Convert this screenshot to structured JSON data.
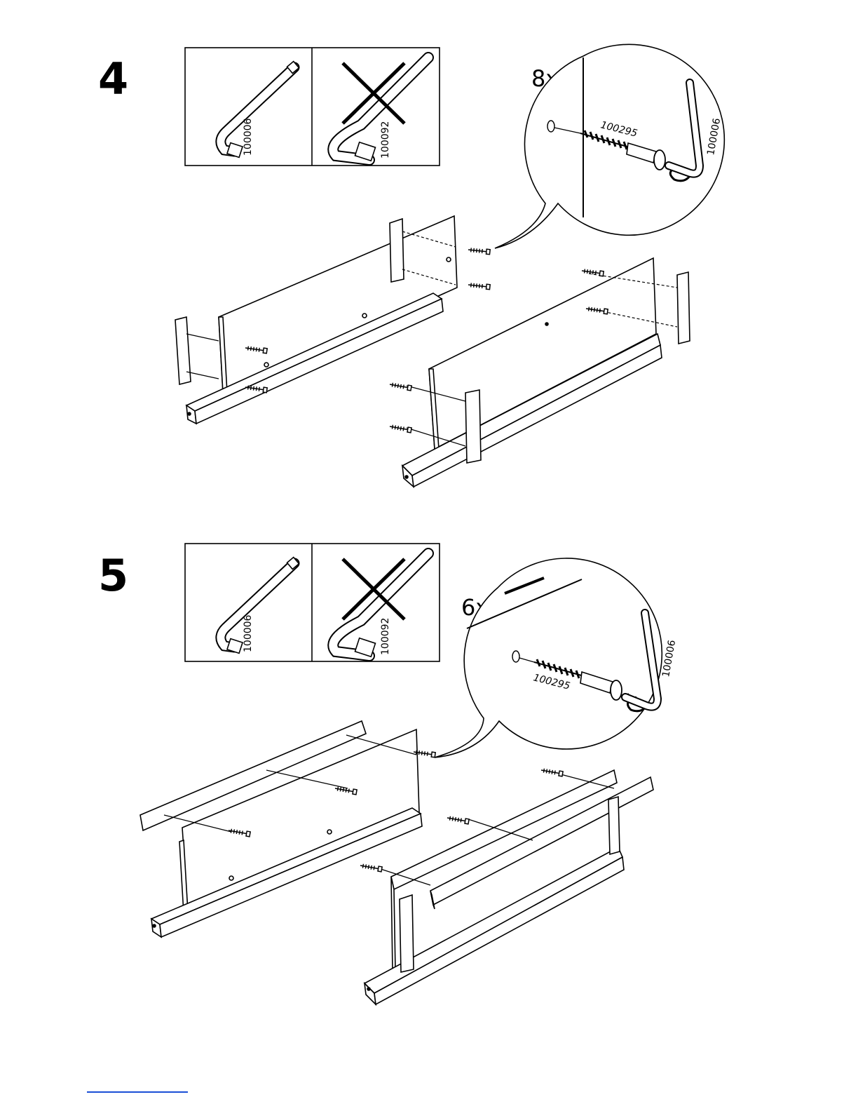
{
  "steps": [
    {
      "number": "4",
      "quantity": "8x",
      "tool_ok_part": "100006",
      "tool_wrong_part": "100092",
      "screw_part": "100295",
      "detail_tool_part": "100006"
    },
    {
      "number": "5",
      "quantity": "6x",
      "tool_ok_part": "100006",
      "tool_wrong_part": "100092",
      "screw_part": "100295",
      "detail_tool_part": "100006"
    }
  ]
}
